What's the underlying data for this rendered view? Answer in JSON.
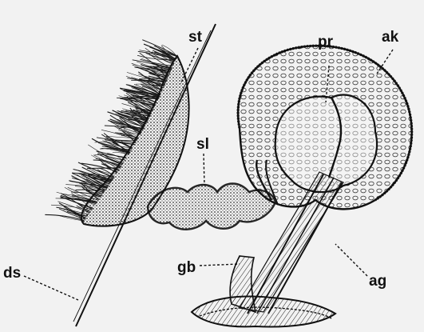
{
  "figure": {
    "labels": {
      "st": "st",
      "pr": "pr",
      "ak": "ak",
      "sl": "sl",
      "ds": "ds",
      "gb": "gb",
      "ag": "ag"
    },
    "colors": {
      "background": "#f2f2f2",
      "ink": "#111111"
    }
  }
}
